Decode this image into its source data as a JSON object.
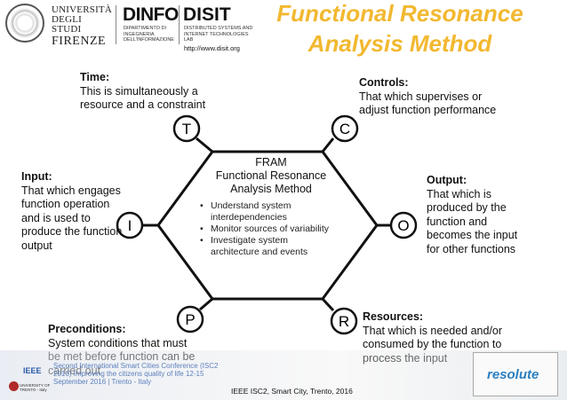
{
  "header": {
    "unifi_lines": [
      "UNIVERSITÀ",
      "DEGLI STUDI",
      "FIRENZE"
    ],
    "dinfo": "DINFO",
    "dinfo_sub": "DIPARTIMENTO DI INGEGNERIA DELL'INFORMAZIONE",
    "disit": "DISIT",
    "disit_sub": "DISTRIBUTED SYSTEMS AND INTERNET TECHNOLOGIES LAB",
    "disit_url": "http://www.disit.org"
  },
  "title": {
    "line1": "Functional Resonance",
    "line2": "Analysis Method"
  },
  "center": {
    "line1": "FRAM",
    "line2": "Functional Resonance",
    "line3": "Analysis Method",
    "bullets": [
      "Understand system interdependencies",
      "Monitor sources of variability",
      "Investigate system architecture and events"
    ]
  },
  "aspects": {
    "time": {
      "letter": "T",
      "head": "Time:",
      "body": "This is simultaneously a resource and a constraint"
    },
    "controls": {
      "letter": "C",
      "head": "Controls:",
      "body": "That which supervises or adjust function performance"
    },
    "input": {
      "letter": "I",
      "head": "Input:",
      "body": "That which engages function operation and is used to produce the function output"
    },
    "output": {
      "letter": "O",
      "head": "Output:",
      "body": "That which is produced by the function and becomes the input for other functions"
    },
    "preconditions": {
      "letter": "P",
      "head": "Preconditions:",
      "body": "System conditions that must be met before function can be carried out"
    },
    "resources": {
      "letter": "R",
      "head": "Resources:",
      "body": "That which is needed and/or consumed by the function to process the input"
    }
  },
  "footer": {
    "text": "IEEE ISC2, Smart City, Trento, 2016",
    "ieee": "IEEE",
    "conference": "Second International Smart Cities Conference (ISC2 2016) Improving the citizens quality of life 12-15 September 2016 | Trento - Italy",
    "trento": "UNIVERSITY OF TRENTO - Italy",
    "resolute": "resolute"
  },
  "colors": {
    "title": "#f2b830",
    "ieee_blue": "#2a5aa8",
    "resolute_blue": "#2b7fc1"
  }
}
